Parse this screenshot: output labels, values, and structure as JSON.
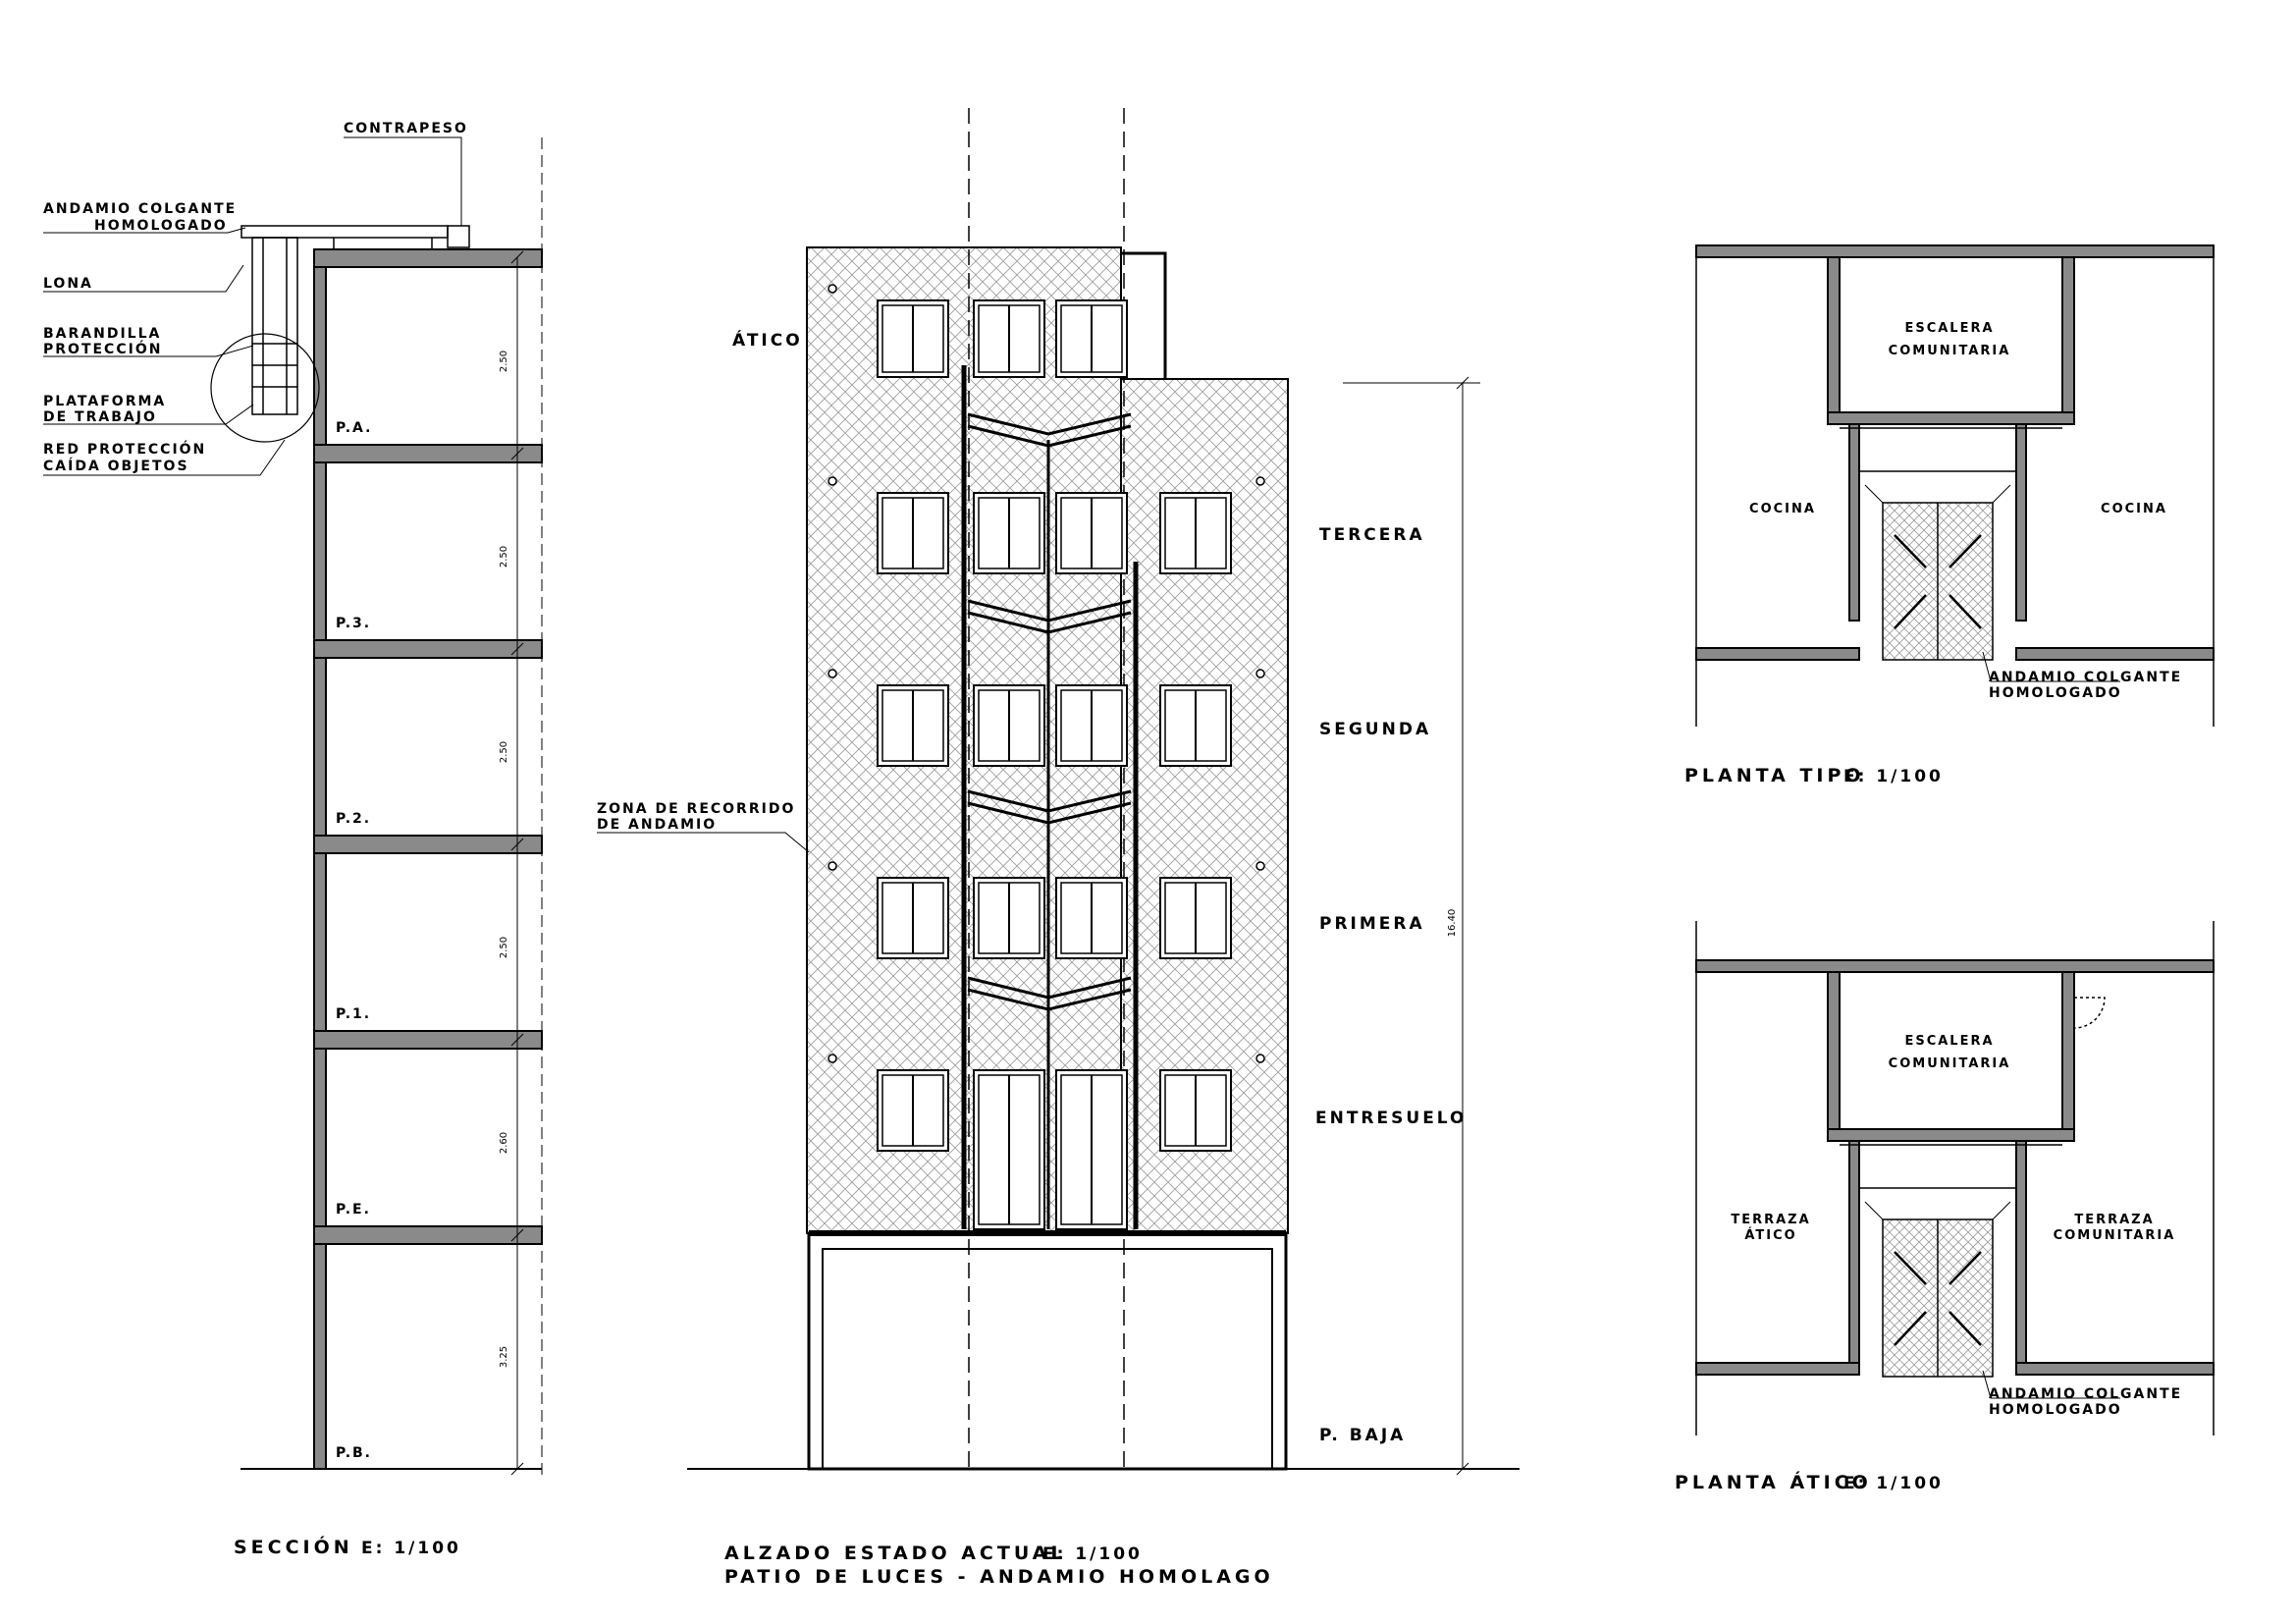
{
  "section": {
    "annotations": {
      "counterweight": "CONTRAPESO",
      "hanging_scaffold_1": "ANDAMIO COLGANTE",
      "hanging_scaffold_2": "HOMOLOGADO",
      "canvas": "LONA",
      "railing_1": "BARANDILLA",
      "railing_2": "PROTECCIÓN",
      "platform_1": "PLATAFORMA",
      "platform_2": "DE TRABAJO",
      "net_1": "RED PROTECCIÓN",
      "net_2": "CAÍDA OBJETOS"
    },
    "levels": [
      "P.A.",
      "P.3.",
      "P.2.",
      "P.1.",
      "P.E.",
      "P.B."
    ],
    "dims": [
      "2.50",
      "2.50",
      "2.50",
      "2.50",
      "2.60",
      "3.25"
    ],
    "title": "SECCIÓN",
    "scale": "E: 1/100"
  },
  "elevation": {
    "floors": [
      "ÁTICO",
      "TERCERA",
      "SEGUNDA",
      "PRIMERA",
      "ENTRESUELO",
      "P. BAJA"
    ],
    "zone_1": "ZONA DE RECORRIDO",
    "zone_2": "DE ANDAMIO",
    "total_dim": "16.40",
    "title": "ALZADO ESTADO ACTUAL",
    "scale": "E: 1/100",
    "subtitle": "PATIO DE LUCES - ANDAMIO HOMOLAGO"
  },
  "plan_typical": {
    "stair_1": "ESCALERA",
    "stair_2": "COMUNITARIA",
    "left_room": "COCINA",
    "right_room": "COCINA",
    "scaffold_1": "ANDAMIO COLGANTE",
    "scaffold_2": "HOMOLOGADO",
    "title": "PLANTA TIPO",
    "scale": "E: 1/100"
  },
  "plan_attic": {
    "stair_1": "ESCALERA",
    "stair_2": "COMUNITARIA",
    "left_room_1": "TERRAZA",
    "left_room_2": "ÁTICO",
    "right_room_1": "TERRAZA",
    "right_room_2": "COMUNITARIA",
    "scaffold_1": "ANDAMIO COLGANTE",
    "scaffold_2": "HOMOLOGADO",
    "title": "PLANTA ÁTICO",
    "scale": "E: 1/100"
  }
}
